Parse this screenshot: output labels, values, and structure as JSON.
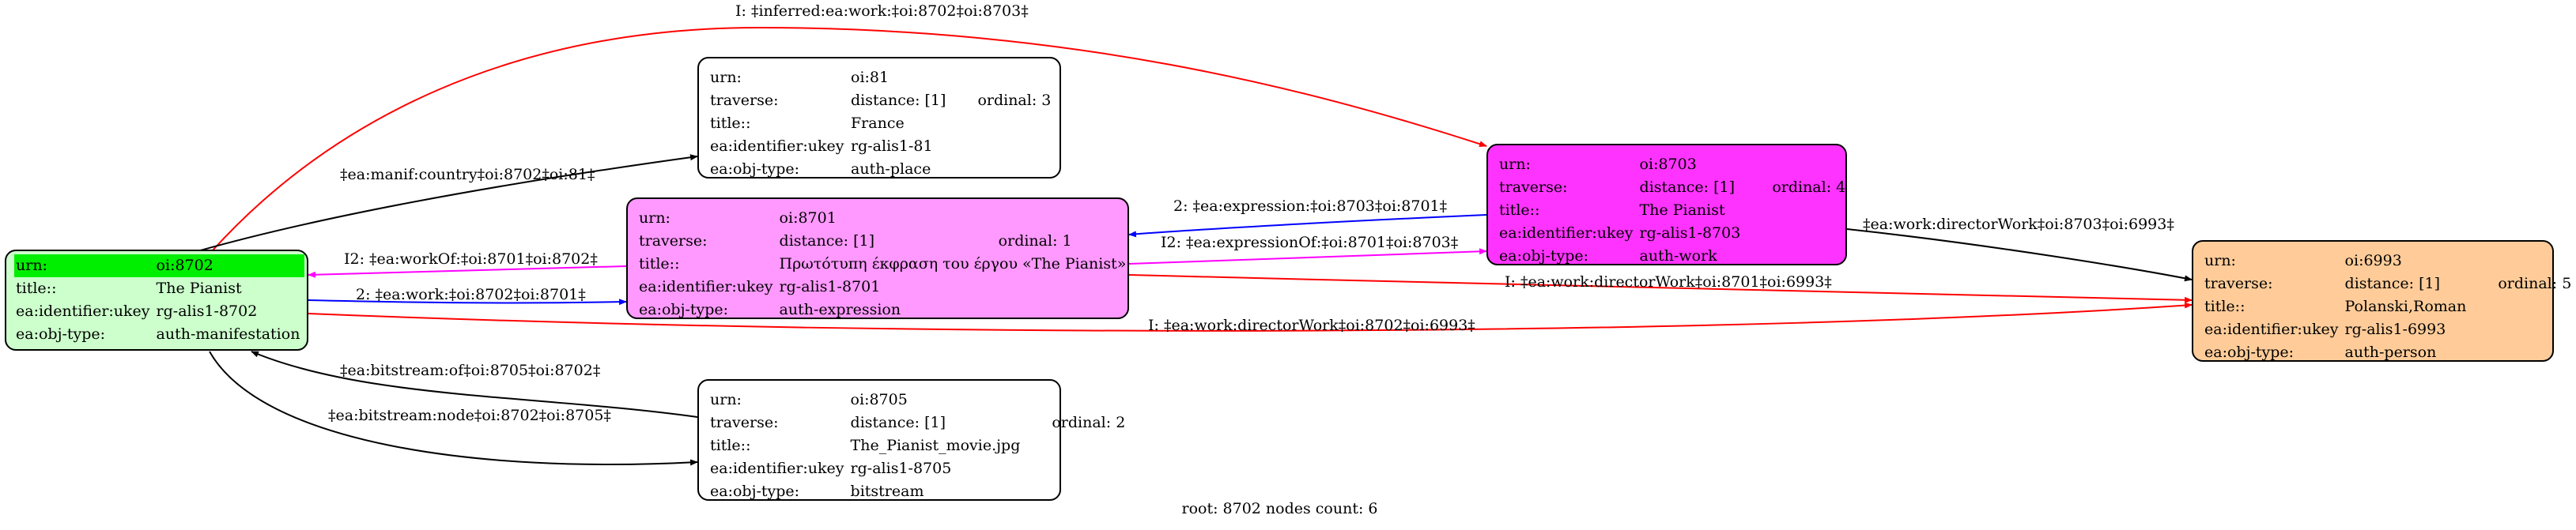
{
  "nodes": {
    "n8702": {
      "fill": "#ccffcc",
      "rows": [
        {
          "key": "urn:",
          "value": "oi:8702"
        },
        {
          "key": "title::",
          "value": "The Pianist"
        },
        {
          "key": "ea:identifier:ukey",
          "value": "rg-alis1-8702"
        },
        {
          "key": "ea:obj-type:",
          "value": "auth-manifestation"
        }
      ],
      "highlight_color": "#00ee00"
    },
    "n81": {
      "fill": "#ffffff",
      "rows": [
        {
          "key": "urn:",
          "value": "oi:81"
        },
        {
          "key": "traverse:",
          "value": "distance: [1]",
          "extra": "ordinal: 3"
        },
        {
          "key": "title::",
          "value": "France"
        },
        {
          "key": "ea:identifier:ukey",
          "value": "rg-alis1-81"
        },
        {
          "key": "ea:obj-type:",
          "value": "auth-place"
        }
      ]
    },
    "n8701": {
      "fill": "#ff99ff",
      "rows": [
        {
          "key": "urn:",
          "value": "oi:8701"
        },
        {
          "key": "traverse:",
          "value": "distance: [1]",
          "extra": "ordinal: 1"
        },
        {
          "key": "title::",
          "value": "Πρωτότυπη έκφραση του έργου «The Pianist»"
        },
        {
          "key": "ea:identifier:ukey",
          "value": "rg-alis1-8701"
        },
        {
          "key": "ea:obj-type:",
          "value": "auth-expression"
        }
      ]
    },
    "n8703": {
      "fill": "#ff33ff",
      "rows": [
        {
          "key": "urn:",
          "value": "oi:8703"
        },
        {
          "key": "traverse:",
          "value": "distance: [1]",
          "extra": "ordinal: 4"
        },
        {
          "key": "title::",
          "value": "The Pianist"
        },
        {
          "key": "ea:identifier:ukey",
          "value": "rg-alis1-8703"
        },
        {
          "key": "ea:obj-type:",
          "value": "auth-work"
        }
      ]
    },
    "n8705": {
      "fill": "#ffffff",
      "rows": [
        {
          "key": "urn:",
          "value": "oi:8705"
        },
        {
          "key": "traverse:",
          "value": "distance: [1]",
          "extra": "ordinal: 2"
        },
        {
          "key": "title::",
          "value": "The_Pianist_movie.jpg"
        },
        {
          "key": "ea:identifier:ukey",
          "value": "rg-alis1-8705"
        },
        {
          "key": "ea:obj-type:",
          "value": "bitstream"
        }
      ]
    },
    "n6993": {
      "fill": "#ffcc99",
      "rows": [
        {
          "key": "urn:",
          "value": "oi:6993"
        },
        {
          "key": "traverse:",
          "value": "distance: [1]",
          "extra": "ordinal: 5"
        },
        {
          "key": "title::",
          "value": "Polanski,Roman"
        },
        {
          "key": "ea:identifier:ukey",
          "value": "rg-alis1-6993"
        },
        {
          "key": "ea:obj-type:",
          "value": "auth-person"
        }
      ]
    }
  },
  "edges": {
    "inferred_work": {
      "label": "I: ‡inferred:ea:work:‡oi:8702‡oi:8703‡",
      "color": "#ff0000"
    },
    "manif_country": {
      "label": "‡ea:manif:country‡oi:8702‡oi:81‡",
      "color": "#000000"
    },
    "work_of": {
      "label": "I2: ‡ea:workOf:‡oi:8701‡oi:8702‡",
      "color": "#ff00ff"
    },
    "work_8702_8701": {
      "label": "2: ‡ea:work:‡oi:8702‡oi:8701‡",
      "color": "#0000ff"
    },
    "expression": {
      "label": "2: ‡ea:expression:‡oi:8703‡oi:8701‡",
      "color": "#0000ff"
    },
    "expression_of": {
      "label": "I2: ‡ea:expressionOf:‡oi:8701‡oi:8703‡",
      "color": "#ff00ff"
    },
    "director_8703": {
      "label": "‡ea:work:directorWork‡oi:8703‡oi:6993‡",
      "color": "#000000"
    },
    "director_8701": {
      "label": "I: ‡ea:work:directorWork‡oi:8701‡oi:6993‡",
      "color": "#ff0000"
    },
    "director_8702": {
      "label": "I: ‡ea:work:directorWork‡oi:8702‡oi:6993‡",
      "color": "#ff0000"
    },
    "bitstream_of": {
      "label": "‡ea:bitstream:of‡oi:8705‡oi:8702‡",
      "color": "#000000"
    },
    "bitstream_node": {
      "label": "‡ea:bitstream:node‡oi:8702‡oi:8705‡",
      "color": "#000000"
    }
  },
  "footer": "root: 8702 nodes count: 6"
}
